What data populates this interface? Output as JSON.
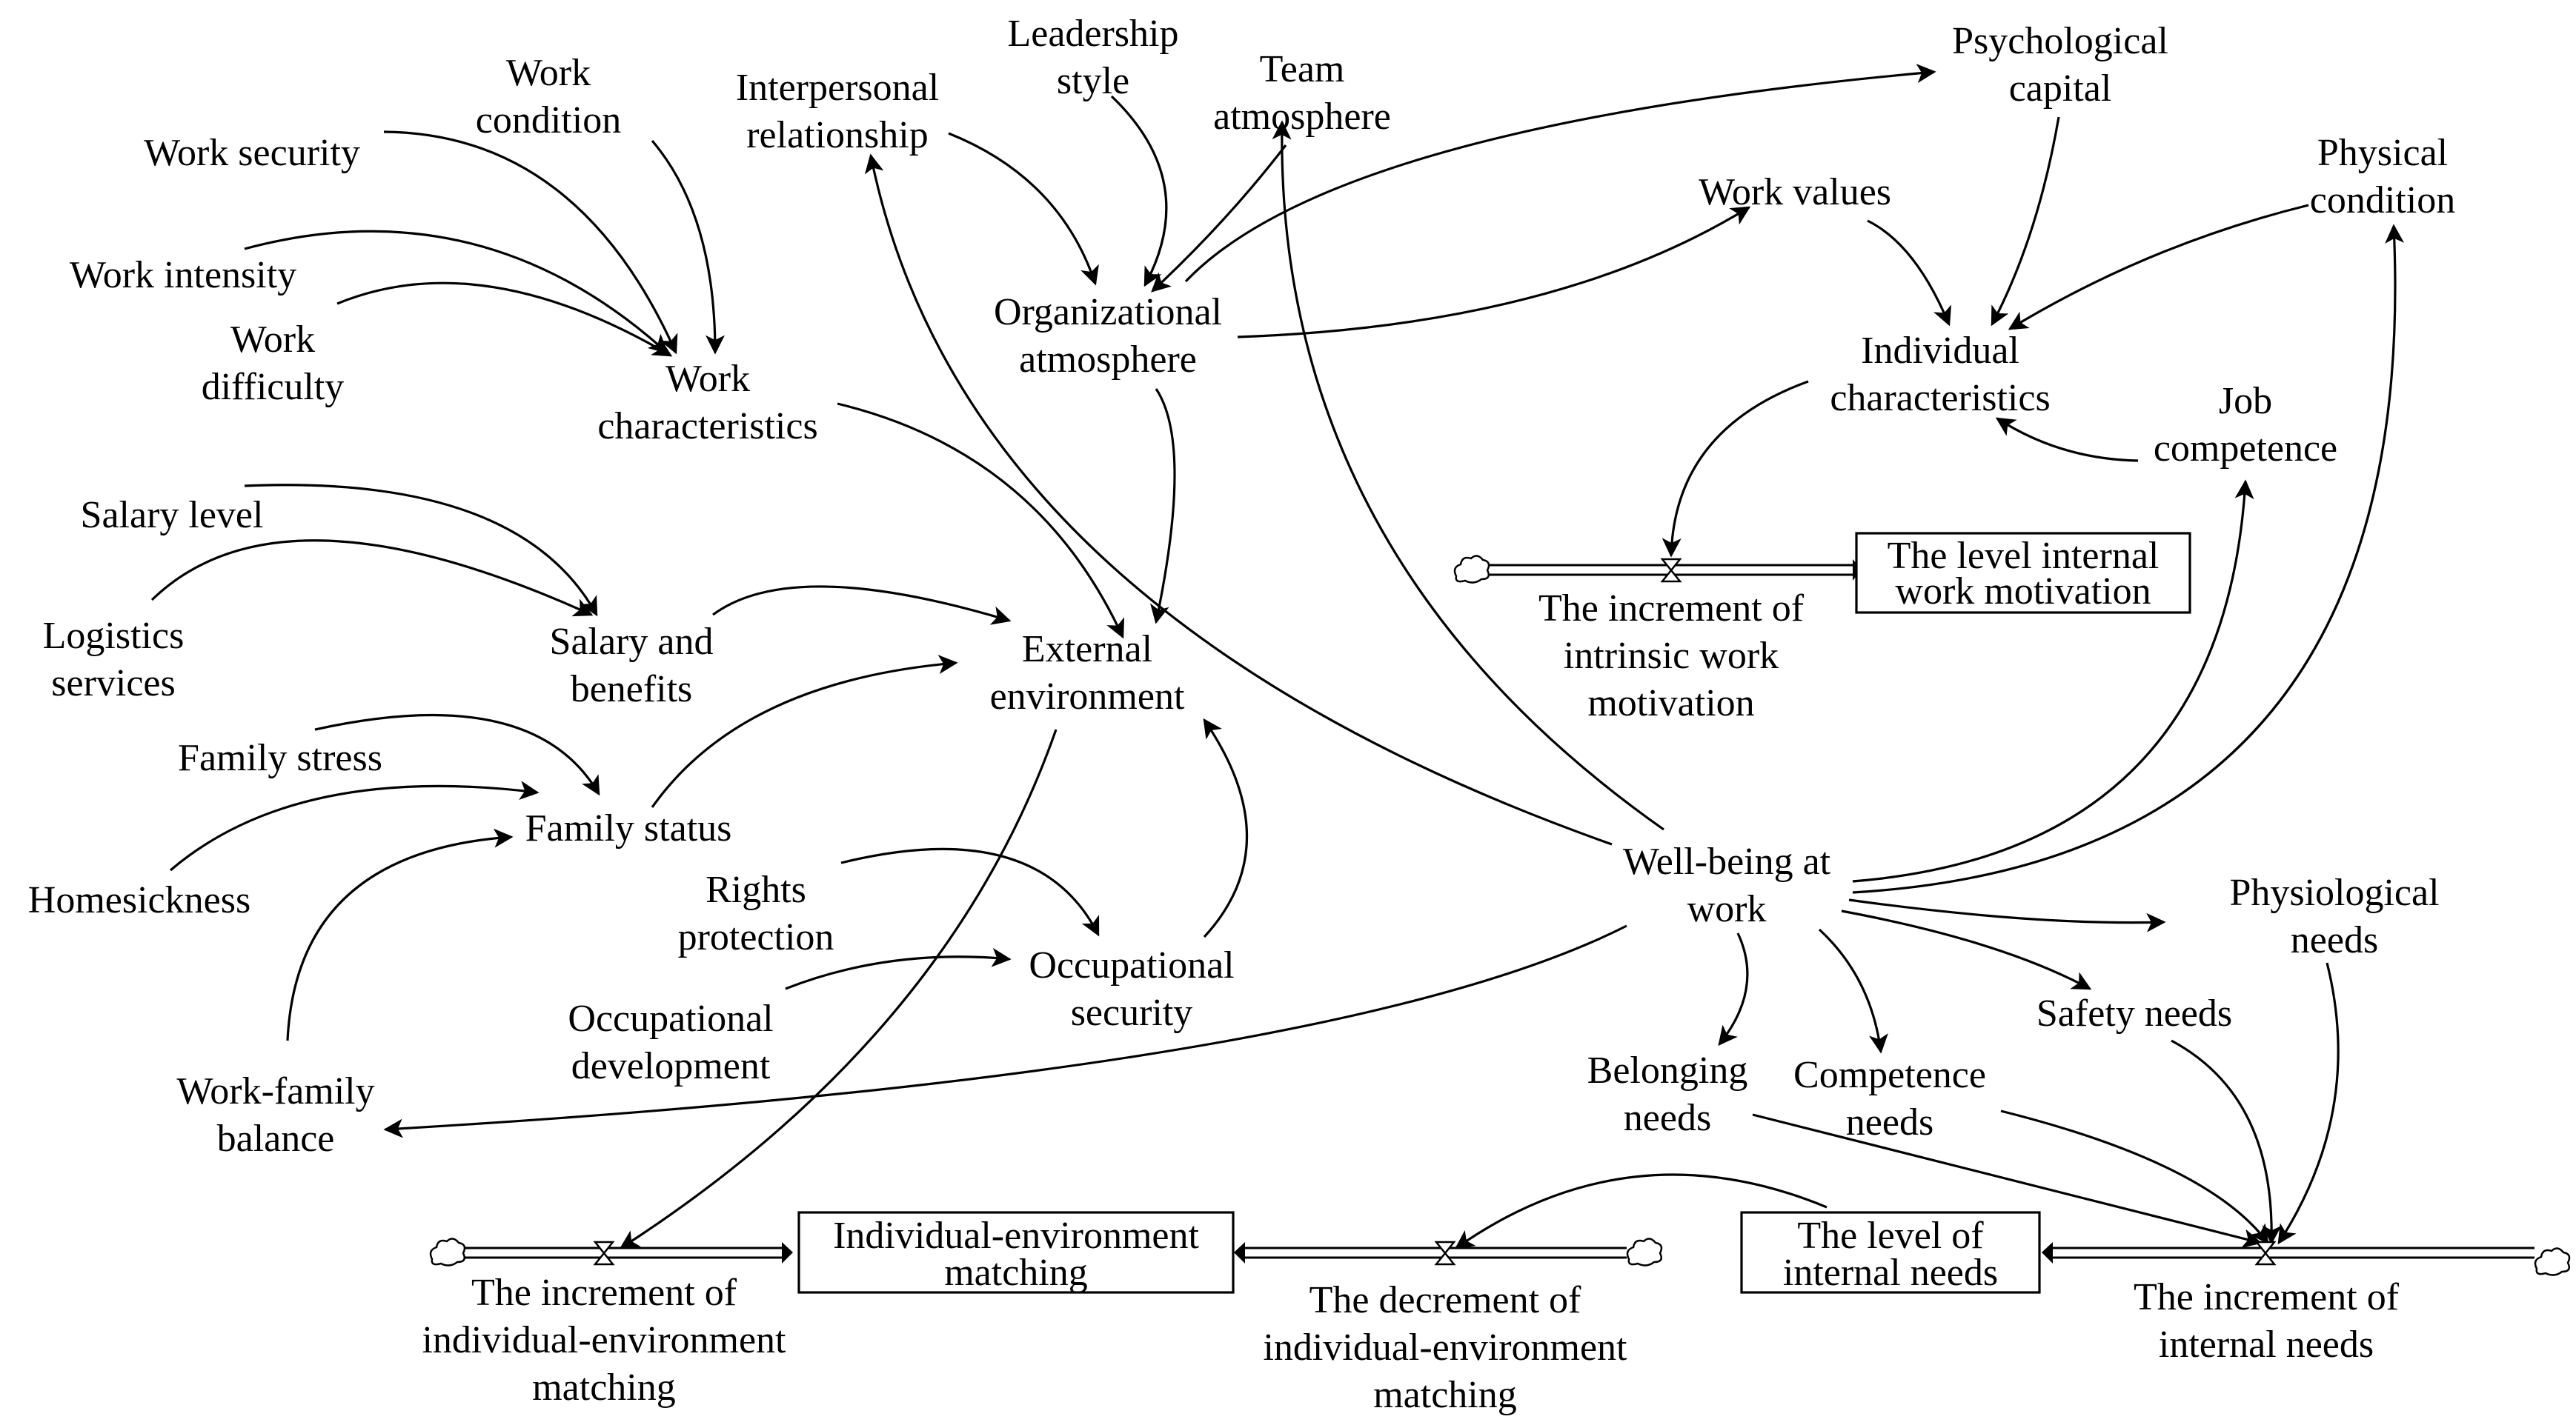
{
  "diagram": {
    "variables": {
      "work_security": [
        "Work security"
      ],
      "work_condition": [
        "Work",
        "condition"
      ],
      "work_intensity": [
        "Work intensity"
      ],
      "work_difficulty": [
        "Work",
        "difficulty"
      ],
      "work_characteristics": [
        "Work",
        "characteristics"
      ],
      "interpersonal_relationship": [
        "Interpersonal",
        "relationship"
      ],
      "leadership_style": [
        "Leadership",
        "style"
      ],
      "team_atmosphere": [
        "Team",
        "atmosphere"
      ],
      "organizational_atmosphere": [
        "Organizational",
        "atmosphere"
      ],
      "psychological_capital": [
        "Psychological",
        "capital"
      ],
      "work_values": [
        "Work values"
      ],
      "physical_condition": [
        "Physical",
        "condition"
      ],
      "individual_characteristics": [
        "Individual",
        "characteristics"
      ],
      "job_competence": [
        "Job",
        "competence"
      ],
      "salary_level": [
        "Salary level"
      ],
      "logistics_services": [
        "Logistics",
        "services"
      ],
      "salary_and_benefits": [
        "Salary and",
        "benefits"
      ],
      "external_environment": [
        "External",
        "environment"
      ],
      "family_stress": [
        "Family stress"
      ],
      "family_status": [
        "Family status"
      ],
      "homesickness": [
        "Homesickness"
      ],
      "rights_protection": [
        "Rights",
        "protection"
      ],
      "occupational_security": [
        "Occupational",
        "security"
      ],
      "occupational_development": [
        "Occupational",
        "development"
      ],
      "work_family_balance": [
        "Work-family",
        "balance"
      ],
      "well_being": [
        "Well-being at",
        "work"
      ],
      "physiological_needs": [
        "Physiological",
        "needs"
      ],
      "safety_needs": [
        "Safety needs"
      ],
      "belonging_needs": [
        "Belonging",
        "needs"
      ],
      "competence_needs": [
        "Competence",
        "needs"
      ]
    },
    "stocks": {
      "internal_work_motivation": [
        "The level internal",
        "work motivation"
      ],
      "individual_environment_matching": [
        "Individual-environment",
        "matching"
      ],
      "internal_needs": [
        "The level of",
        "internal needs"
      ]
    },
    "flows": {
      "increment_intrinsic_motivation": [
        "The increment of",
        "intrinsic work",
        "motivation"
      ],
      "increment_matching": [
        "The increment of",
        "individual-environment",
        "matching"
      ],
      "decrement_matching": [
        "The decrement of",
        "individual-environment",
        "matching"
      ],
      "increment_internal_needs": [
        "The increment of",
        "internal needs"
      ]
    }
  }
}
